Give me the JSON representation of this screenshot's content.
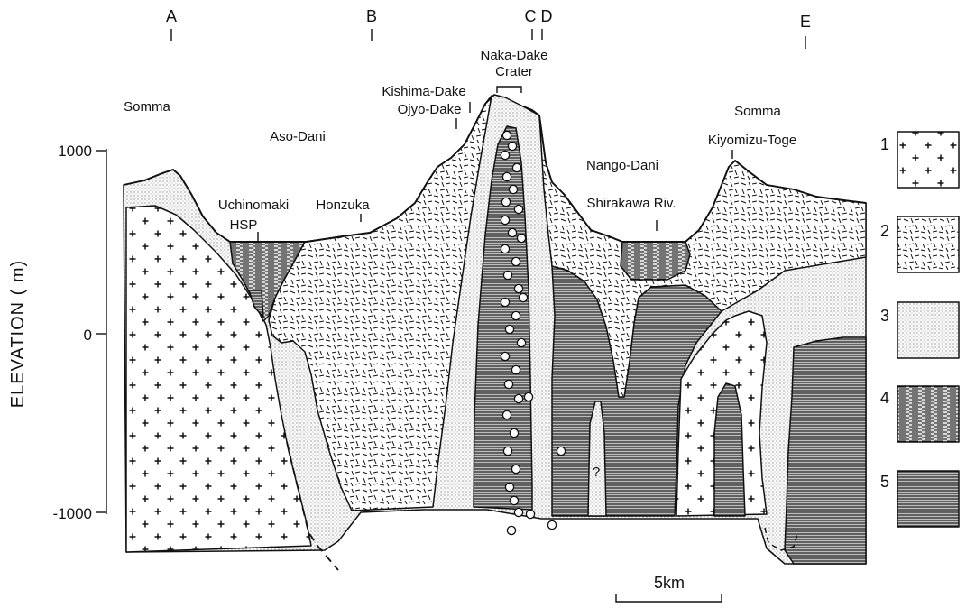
{
  "section_markers": {
    "a": "A",
    "b": "B",
    "c": "C",
    "d": "D",
    "e": "E"
  },
  "labels": {
    "naka_dake": "Naka-Dake",
    "crater": "Crater",
    "somma_left": "Somma",
    "somma_right": "Somma",
    "kishima_dake": "Kishima-Dake",
    "ojyo_dake": "Ojyo-Dake",
    "aso_dani": "Aso-Dani",
    "kiyomizu_toge": "Kiyomizu-Toge",
    "nango_dani": "Nango-Dani",
    "uchinomaki": "Uchinomaki",
    "hsp": "HSP",
    "honzuka": "Honzuka",
    "shirakawa": "Shirakawa Riv.",
    "uncertain": "?"
  },
  "axis": {
    "title": "ELEVATION ( m)",
    "ticks": [
      "1000",
      "0",
      "-1000"
    ]
  },
  "legend": [
    "1",
    "2",
    "3",
    "4",
    "5"
  ],
  "scale_bar": "5km"
}
